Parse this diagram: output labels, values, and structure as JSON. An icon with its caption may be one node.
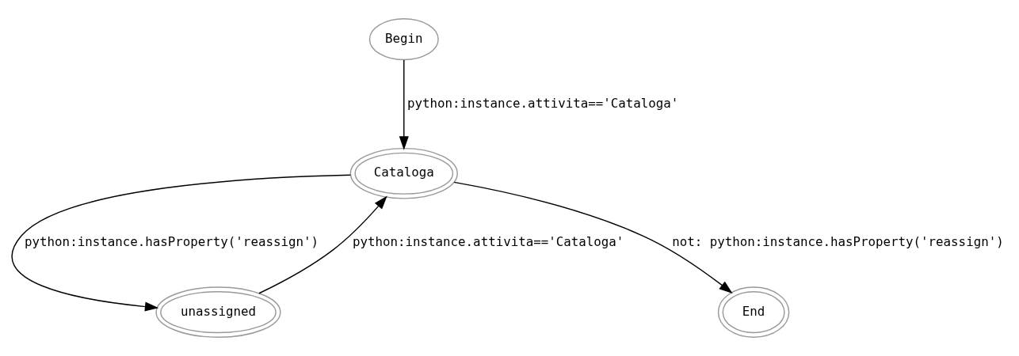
{
  "diagram": {
    "nodes": [
      {
        "text": [
          "Begin"
        ]
      },
      {
        "text": [
          "Cataloga"
        ]
      },
      {
        "text": [
          "unassigned"
        ]
      },
      {
        "text": [
          "End"
        ]
      }
    ],
    "edges": [
      {
        "from": 0,
        "to": 1,
        "arrow": "to",
        "label": "python:instance.attivita=='Cataloga'"
      },
      {
        "from": 1,
        "to": 2,
        "arrow": "to",
        "label": "python:instance.hasProperty('reassign')"
      },
      {
        "from": 2,
        "to": 1,
        "arrow": "to",
        "label": "python:instance.attivita=='Cataloga'"
      },
      {
        "from": 1,
        "to": 3,
        "arrow": "to",
        "label": "not: python:instance.hasProperty('reassign')"
      }
    ]
  }
}
